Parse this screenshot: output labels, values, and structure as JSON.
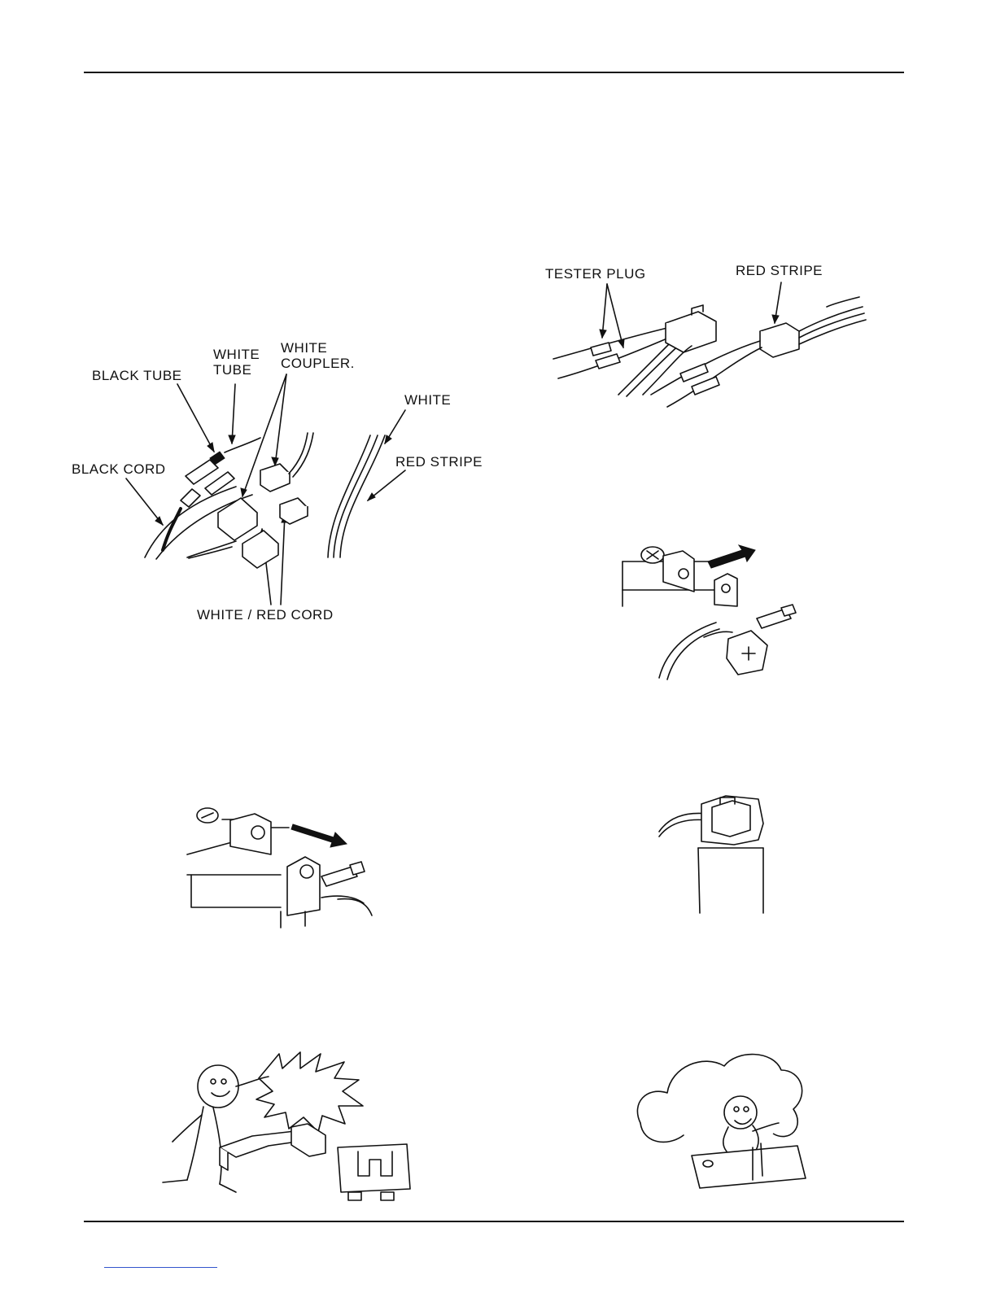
{
  "figure_connectors": {
    "labels": {
      "black_tube": "BLACK TUBE",
      "white_tube": "WHITE\nTUBE",
      "white_coupler": "WHITE\nCOUPLER.",
      "white": "WHITE",
      "black_cord": "BLACK CORD",
      "red_stripe": "RED STRIPE",
      "white_red_cord": "WHITE / RED CORD"
    }
  },
  "figure_tester": {
    "labels": {
      "tester_plug": "TESTER PLUG",
      "red_stripe": "RED STRIPE"
    }
  },
  "figure_battery_positive": {
    "terminal_symbol": "+"
  },
  "figure_battery_negative": {
    "terminal_symbol": "−"
  },
  "figure_fuse_cartoon": {},
  "figure_thinking_cartoon": {
    "exclamation": "!"
  },
  "colors": {
    "ink": "#111111",
    "link": "#3355cc"
  }
}
